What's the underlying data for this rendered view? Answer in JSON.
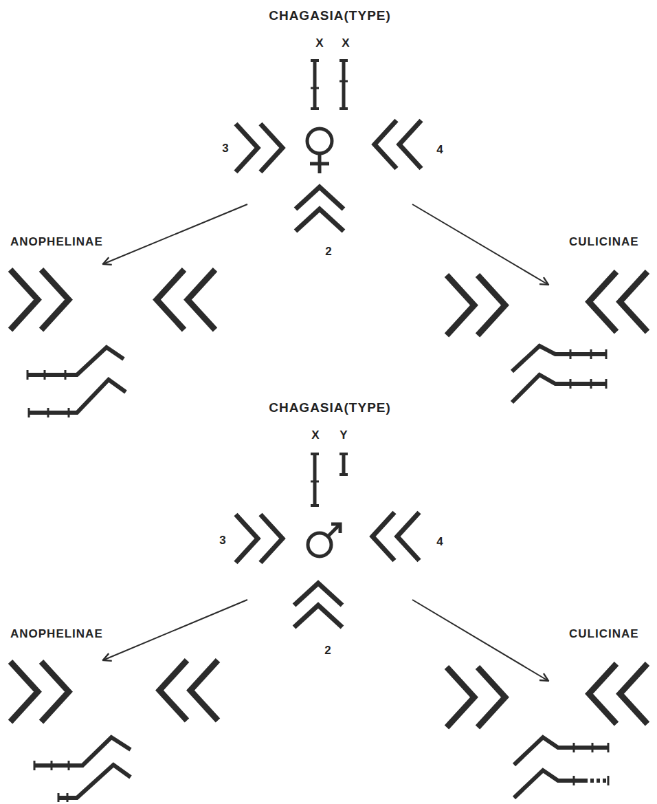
{
  "diagram": {
    "nodes": [
      {
        "text": [
          "CHAGASIA(TYPE)"
        ]
      },
      {
        "text": [
          "ANOPHELINAE"
        ]
      },
      {
        "text": [
          "CULICINAE"
        ]
      },
      {
        "text": [
          "CHAGASIA(TYPE)"
        ]
      },
      {
        "text": [
          "ANOPHELINAE"
        ]
      },
      {
        "text": [
          "CULICINAE"
        ]
      }
    ],
    "edges": [
      {
        "from": 0,
        "to": 1,
        "arrow": "to"
      },
      {
        "from": 0,
        "to": 2,
        "arrow": "to"
      },
      {
        "from": 3,
        "to": 4,
        "arrow": "to"
      },
      {
        "from": 3,
        "to": 5,
        "arrow": "to"
      }
    ],
    "labels": [
      "X",
      "X",
      "3",
      "4",
      "2",
      "X",
      "Y",
      "3",
      "4",
      "2"
    ]
  }
}
